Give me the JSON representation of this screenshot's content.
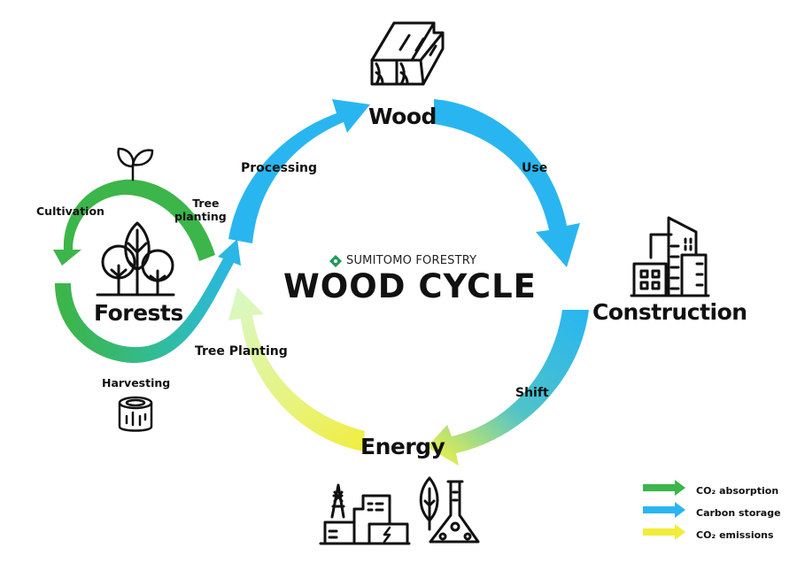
{
  "brand": {
    "name": "SUMITOMO FORESTRY",
    "logo_icon": "clover-logo-icon",
    "logo_color": "#1f9a5b"
  },
  "title": "WOOD CYCLE",
  "nodes": {
    "wood": {
      "label": "Wood",
      "icon": "lumber-icon"
    },
    "construction": {
      "label": "Construction",
      "icon": "buildings-icon"
    },
    "energy": {
      "label": "Energy",
      "icons": [
        "power-plant-icon",
        "biofuel-flask-icon"
      ]
    },
    "forests": {
      "label": "Forests",
      "icon": "trees-icon"
    }
  },
  "steps": {
    "processing": "Processing",
    "use": "Use",
    "shift": "Shift",
    "tree_planting": "Tree Planting",
    "cultivation": "Cultivation",
    "tree_planting_small": [
      "Tree",
      "planting"
    ],
    "harvesting": "Harvesting"
  },
  "extra_icons": {
    "sprout": "sprout-icon",
    "log": "log-stump-icon"
  },
  "legend": [
    {
      "label": "CO₂ absorption",
      "color": "#3cb54a"
    },
    {
      "label": "Carbon storage",
      "color": "#29b6f0"
    },
    {
      "label": "CO₂ emissions",
      "color": "#f2ec3a"
    }
  ],
  "colors": {
    "green": "#3cb54a",
    "blue": "#29b6f0",
    "yellow": "#f2ec3a",
    "teal": "#2fbfb0"
  }
}
